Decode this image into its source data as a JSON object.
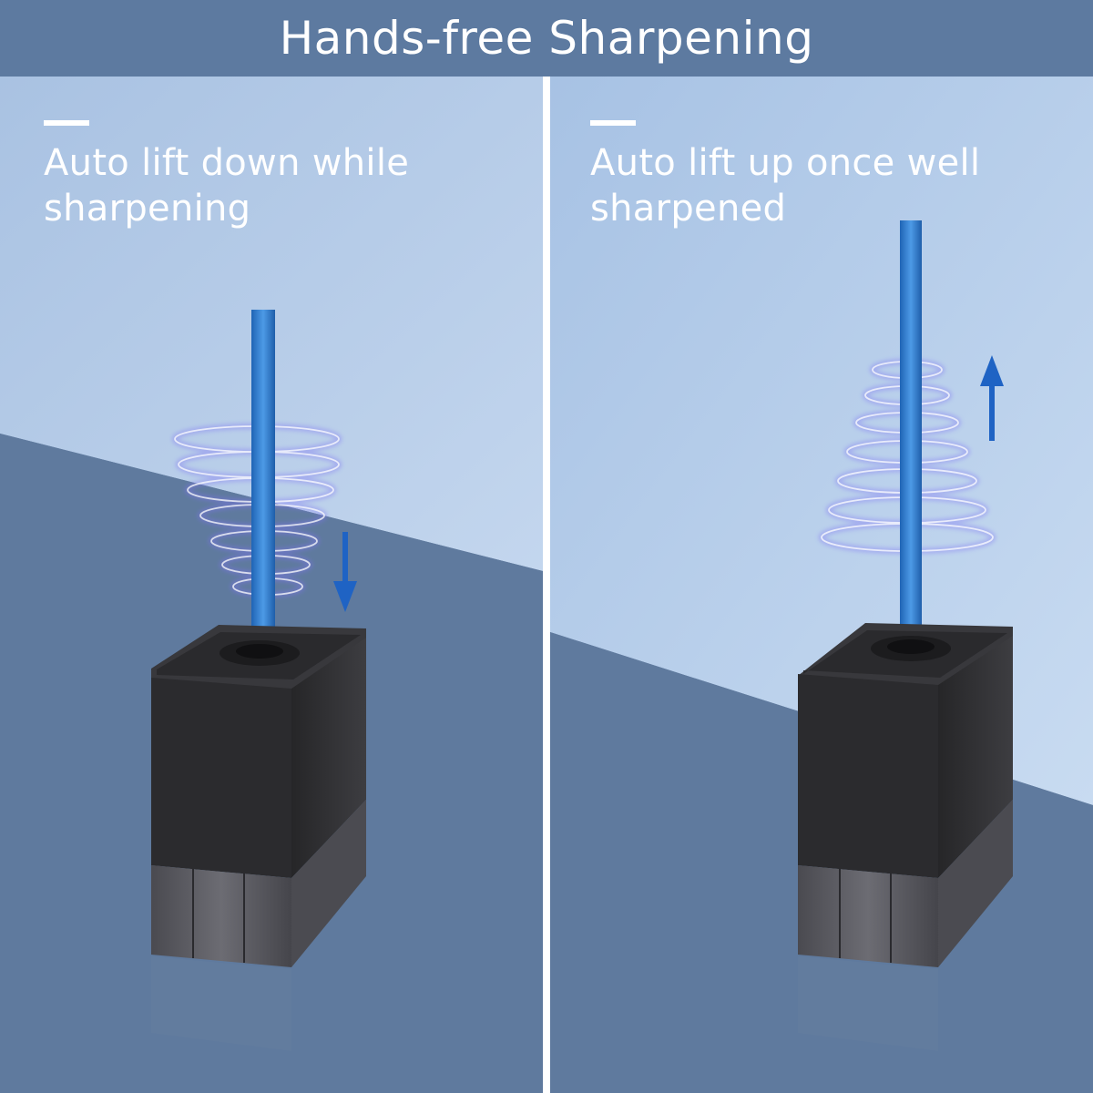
{
  "header": {
    "title": "Hands-free Sharpening"
  },
  "panels": [
    {
      "caption_line1": "Auto lift down while",
      "caption_line2": "sharpening",
      "arrow": "down-arrow-icon"
    },
    {
      "caption_line1": "Auto lift up once well",
      "caption_line2": "sharpened",
      "arrow": "up-arrow-icon"
    }
  ],
  "colors": {
    "banner": "#5d7aa0",
    "background_dark": "#5f7a9e",
    "background_light": "#b3cbe6",
    "pencil": "#2f7fd0",
    "arrow": "#1f63c4",
    "spiral": "#7a6cf0",
    "sharpener": "#2c2c2f"
  }
}
